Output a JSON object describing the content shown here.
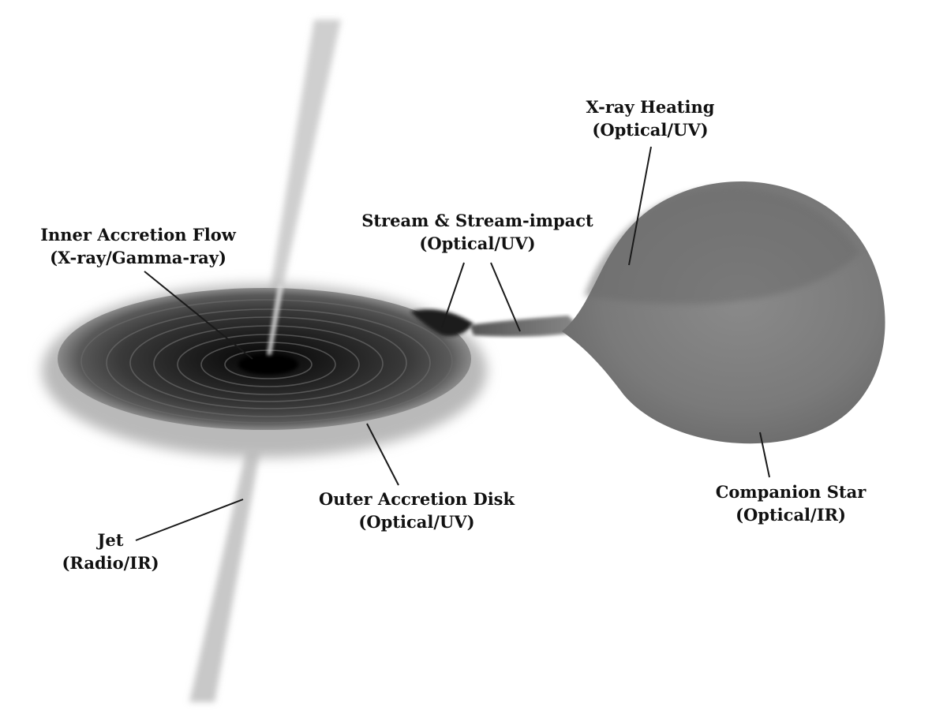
{
  "labels": {
    "xray_heating": {
      "title": "X-ray Heating",
      "band": "(Optical/UV)"
    },
    "stream": {
      "title": "Stream & Stream-impact",
      "band": "(Optical/UV)"
    },
    "inner_flow": {
      "title": "Inner Accretion Flow",
      "band": "(X-ray/Gamma-ray)"
    },
    "outer_disk": {
      "title": "Outer Accretion Disk",
      "band": "(Optical/UV)"
    },
    "companion": {
      "title": "Companion Star",
      "band": "(Optical/IR)"
    },
    "jet": {
      "title": "Jet",
      "band": "(Radio/IR)"
    }
  },
  "colors": {
    "background": "#ffffff",
    "text": "#111111",
    "leader": "#1a1a1a",
    "star": "#7c7c7c",
    "disk_core": "#111111",
    "jet": "#c8c8c8"
  }
}
